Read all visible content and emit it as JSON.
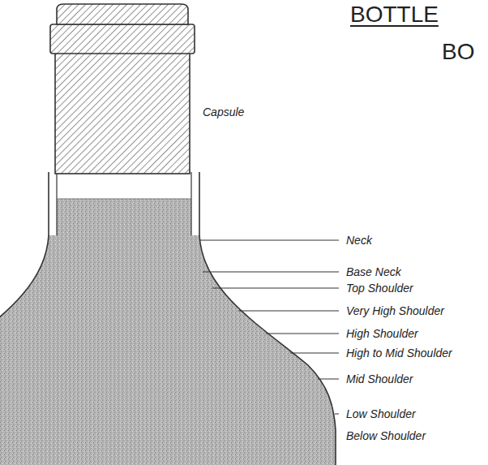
{
  "diagram": {
    "title": "BOTTLE",
    "labels": [
      "BO",
      "Capsule",
      "Neck",
      "Base Neck",
      "Top Shoulder",
      "Very High Shoulder",
      "High Shoulder",
      "High to Mid Shoulder",
      "Mid Shoulder",
      "Low Shoulder",
      "Below Shoulder"
    ]
  }
}
